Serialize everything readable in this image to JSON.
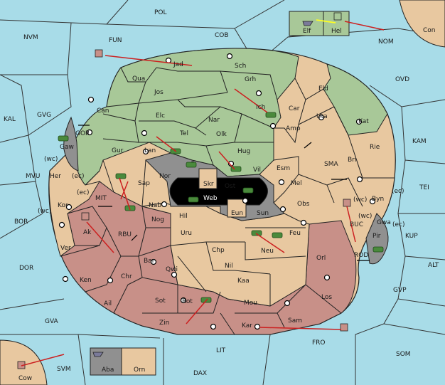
{
  "colors": {
    "sea": "#a8dce8",
    "green": "#a8c898",
    "tan": "#e8c8a0",
    "red": "#c89088",
    "gray": "#909090",
    "black": "#000000",
    "unit": "#4a8a3c",
    "arrow_red": "#cc2020",
    "arrow_yellow": "#ffff20"
  },
  "sea_labels": {
    "pol": "POL",
    "fun": "FUN",
    "cob": "COB",
    "nvm": "NVM",
    "nom": "NOM",
    "con": "Con",
    "ovd": "OVD",
    "kal": "KAL",
    "gvg": "GVG",
    "kam": "KAM",
    "gor": "GOR",
    "sma": "SMA",
    "tei": "TEI",
    "mvu": "MVU",
    "mit": "MIT",
    "bor": "BOR",
    "rbu": "RBU",
    "buc": "BUC",
    "kup": "KUP",
    "rod": "ROD",
    "dor": "DOR",
    "alt": "ALT",
    "gvp": "GVP",
    "gva": "GVA",
    "fro": "FRO",
    "som": "SOM",
    "svm": "SVM",
    "lit": "LIT",
    "dax": "DAX",
    "cow": "Cow"
  },
  "land_labels": {
    "jad": "Jad",
    "sch": "Sch",
    "qua": "Qua",
    "grh": "Grh",
    "jos": "Jos",
    "eld": "Eld",
    "can": "Can",
    "car": "Car",
    "uta": "Uta",
    "ich": "Ich",
    "nar": "Nar",
    "elc": "Elc",
    "kat": "Kat",
    "amp": "Amp",
    "tel": "Tel",
    "olk": "Olk",
    "gaw": "Gaw",
    "gur": "Gur",
    "lan": "Lan",
    "hug": "Hug",
    "rie": "Rie",
    "bri": "Bri",
    "vil": "Vil",
    "esm": "Esm",
    "nor": "Nor",
    "skr": "Skr",
    "ost": "Ost",
    "her": "Her",
    "sap": "Sap",
    "mel": "Mel",
    "web": "Web",
    "byn": "Byn",
    "kor": "Kor",
    "nab": "Nab",
    "obs": "Obs",
    "eun": "Eun",
    "sun": "Sun",
    "hil": "Hil",
    "gwa": "Gwa",
    "nog": "Nog",
    "ak": "Ak",
    "uru": "Uru",
    "feu": "Feu",
    "pir": "Pir",
    "ver": "Ver",
    "orl": "Orl",
    "neu": "Neu",
    "chp": "Chp",
    "bar": "Bar",
    "qwi": "Qwi",
    "nil": "Nil",
    "ken": "Ken",
    "chr": "Chr",
    "kaa": "Kaa",
    "los": "Los",
    "ail": "Ail",
    "sot": "Sot",
    "rot": "Rot",
    "mou": "Mou",
    "zin": "Zin",
    "kar": "Kar",
    "sam": "Sam",
    "elf": "Elf",
    "hel": "Hel",
    "aba": "Aba",
    "orn": "Orn"
  },
  "coast_tags": {
    "wc1": "(wc)",
    "ec1": "(ec)",
    "ec2": "(ec)",
    "wc2": "(wc)",
    "wc3": "(wc)",
    "ec3": "(ec)",
    "wc4": "(wc)",
    "ec4": "(ec)"
  }
}
